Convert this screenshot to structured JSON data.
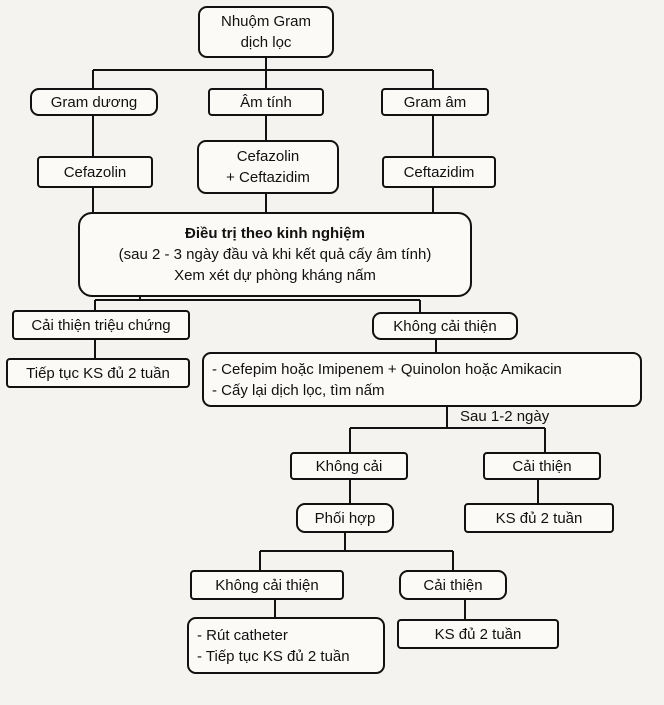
{
  "start": {
    "line1": "Nhuộm Gram",
    "line2": "dịch lọc"
  },
  "gram_pos": "Gram dương",
  "neg_culture": "Âm tính",
  "gram_neg": "Gram âm",
  "drug_pos": "Cefazolin",
  "drug_neg_culture": {
    "line1": "Cefazolin",
    "line2": "+ Ceftazidim"
  },
  "drug_gram_neg": "Ceftazidim",
  "empiric": {
    "title": "Điều trị theo kinh nghiệm",
    "line2": "(sau 2 - 3 ngày đầu và khi kết quả cấy âm tính)",
    "line3": "Xem xét dự phòng kháng nấm"
  },
  "improved": "Cải thiện triệu chứng",
  "not_improved": "Không cải thiện",
  "continue_2w": "Tiếp tục KS đủ 2 tuần",
  "regimen": {
    "line1": "- Cefepim hoặc Imipenem + Quinolon hoặc Amikacin",
    "line2": "- Cấy lại dịch lọc, tìm nấm"
  },
  "after_days": "Sau 1-2 ngày",
  "no_change": "Không cải",
  "improved2": "Cải thiện",
  "combine": "Phối hợp",
  "ks_2w_a": "KS đủ 2 tuần",
  "not_improved2": "Không cải thiện",
  "improved3": "Cải thiện",
  "final": {
    "line1": "- Rút catheter",
    "line2": "- Tiếp tục KS đủ 2 tuần"
  },
  "ks_2w_b": "KS đủ 2 tuần"
}
